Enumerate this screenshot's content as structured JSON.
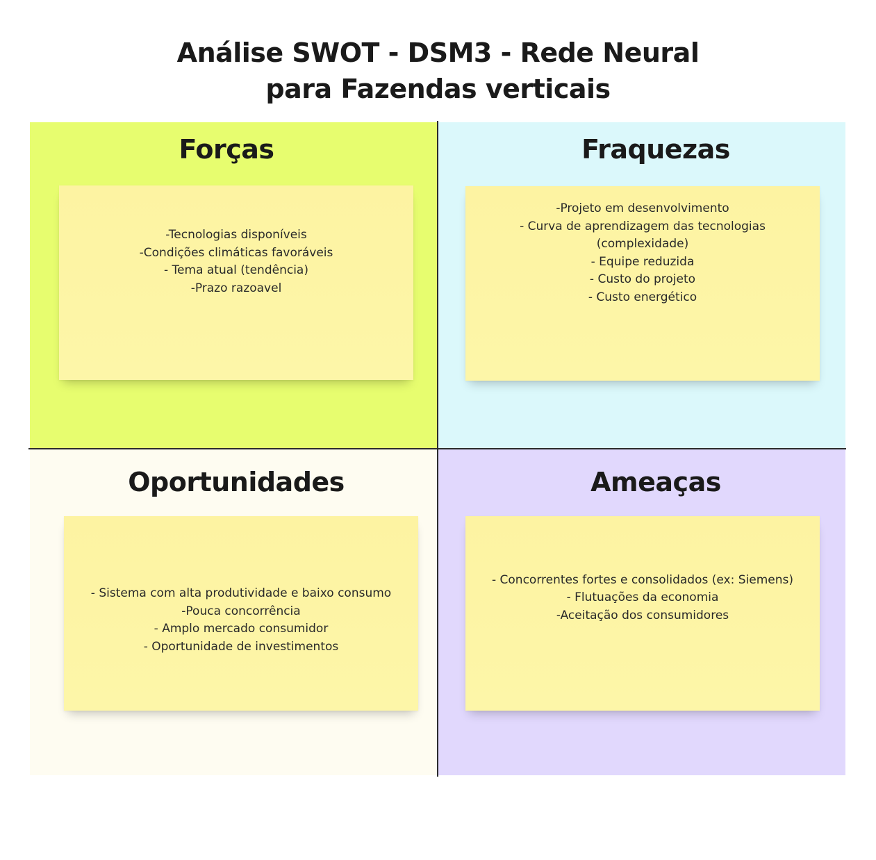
{
  "title": {
    "line1": "Análise SWOT - DSM3 - Rede Neural",
    "line2": "para Fazendas verticais"
  },
  "colors": {
    "forcas_bg": "#e7fd6f",
    "fraquezas_bg": "#dbf8fb",
    "oportunidades_bg": "#fefcf1",
    "ameacas_bg": "#e1d8fd",
    "sticky": "#fdf4a3",
    "divider": "#2b2b2b"
  },
  "quadrants": {
    "forcas": {
      "title": "Forças",
      "items": [
        "-Tecnologias disponíveis",
        "-Condições climáticas favoráveis",
        "- Tema atual (tendência)",
        "-Prazo razoavel"
      ]
    },
    "fraquezas": {
      "title": "Fraquezas",
      "items": [
        "-Projeto em desenvolvimento",
        "- Curva de aprendizagem das tecnologias",
        "(complexidade)",
        "- Equipe reduzida",
        "- Custo do projeto",
        "- Custo energético"
      ]
    },
    "oportunidades": {
      "title": "Oportunidades",
      "items": [
        "- Sistema com alta produtividade e baixo consumo",
        "-Pouca concorrência",
        "- Amplo mercado consumidor",
        "- Oportunidade de investimentos"
      ]
    },
    "ameacas": {
      "title": "Ameaças",
      "items": [
        "- Concorrentes fortes e consolidados (ex: Siemens)",
        "- Flutuações da economia",
        "-Aceitação dos consumidores"
      ]
    }
  }
}
